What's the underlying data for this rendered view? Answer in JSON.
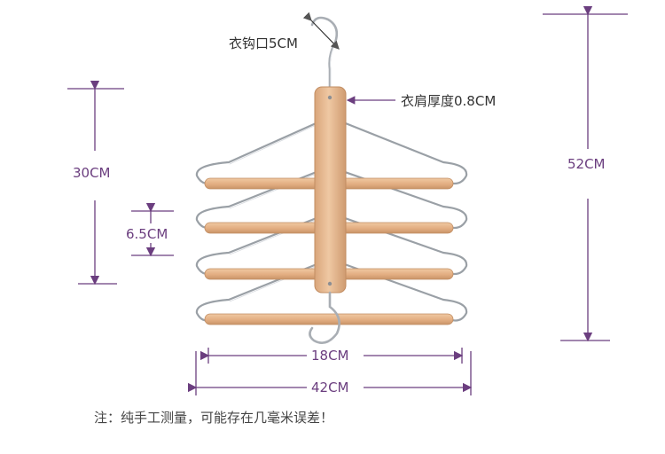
{
  "labels": {
    "hook_opening": "衣钩口5CM",
    "shoulder_thickness": "衣肩厚度0.8CM",
    "height_total": "52CM",
    "height_tiers": "30CM",
    "tier_spacing": "6.5CM",
    "bar_width": "18CM",
    "total_width": "42CM"
  },
  "note": "注：纯手工测量，可能存在几毫米误差！",
  "colors": {
    "dimension": "#6b3e7f",
    "wood": "#e8b88f",
    "wood_edge": "#c99468",
    "wire": "#9aa0a6"
  }
}
